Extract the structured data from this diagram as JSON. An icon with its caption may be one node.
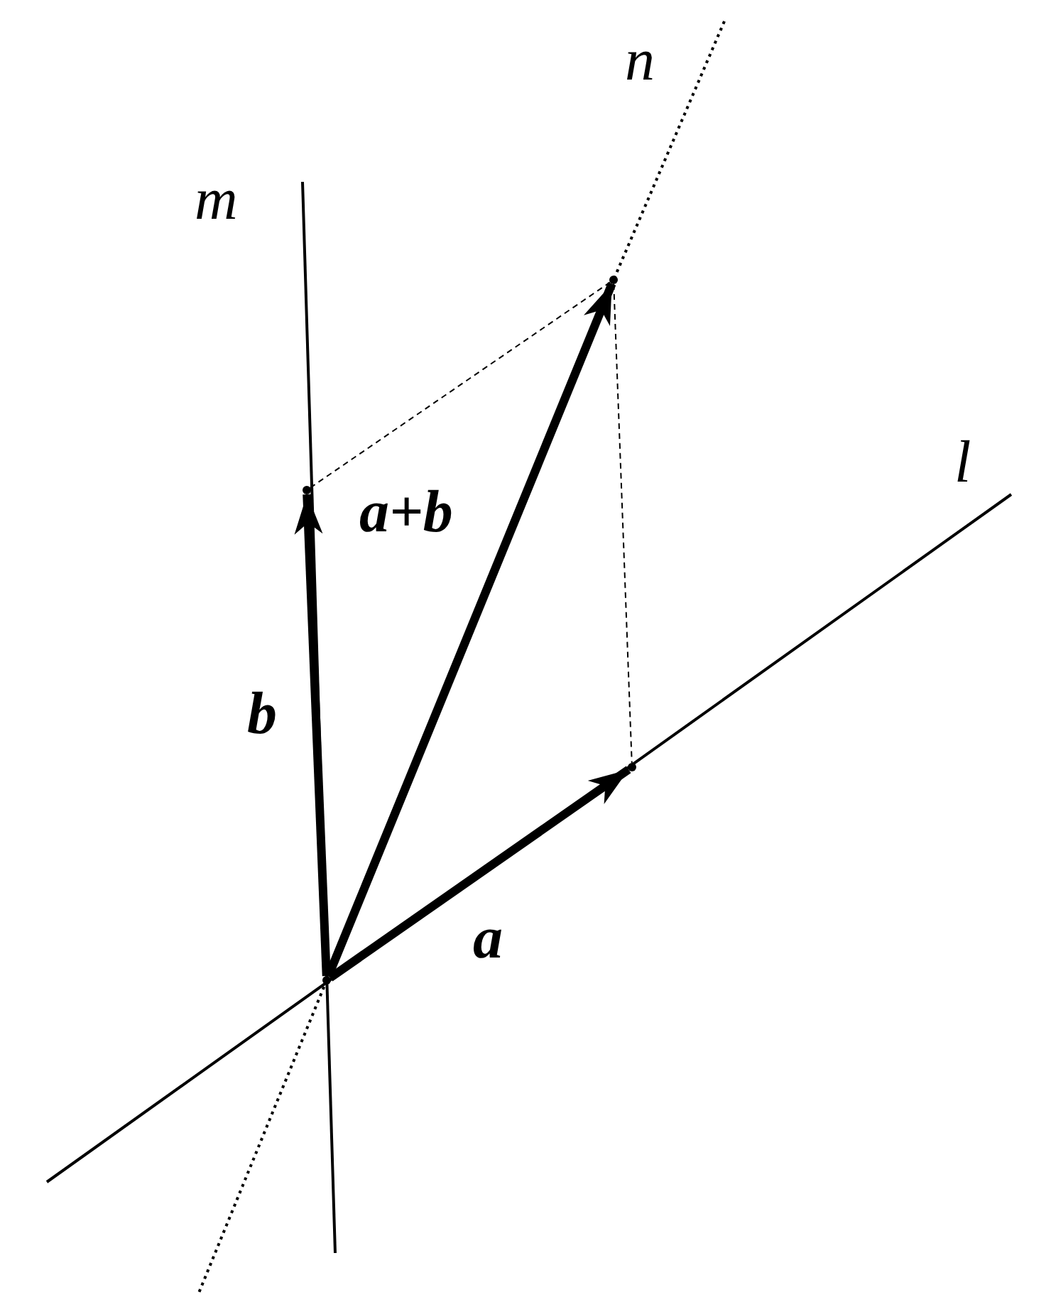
{
  "diagram": {
    "nodes": [
      {
        "text": [],
        "shape": "point"
      },
      {
        "text": [],
        "shape": "point"
      },
      {
        "text": [],
        "shape": "point"
      },
      {
        "text": [],
        "shape": "point"
      }
    ],
    "edges": [
      {
        "from": 0,
        "to": 1,
        "arrow": "to"
      },
      {
        "from": 0,
        "to": 2,
        "arrow": "to"
      },
      {
        "from": 0,
        "to": 3,
        "arrow": "to"
      },
      {
        "from": 2,
        "to": 3,
        "arrow": "none",
        "style": "dashed"
      },
      {
        "from": 3,
        "to": 1,
        "arrow": "none",
        "style": "dashed"
      }
    ],
    "labels": [
      "m",
      "n",
      "l",
      "a+b",
      "b",
      "a"
    ]
  }
}
